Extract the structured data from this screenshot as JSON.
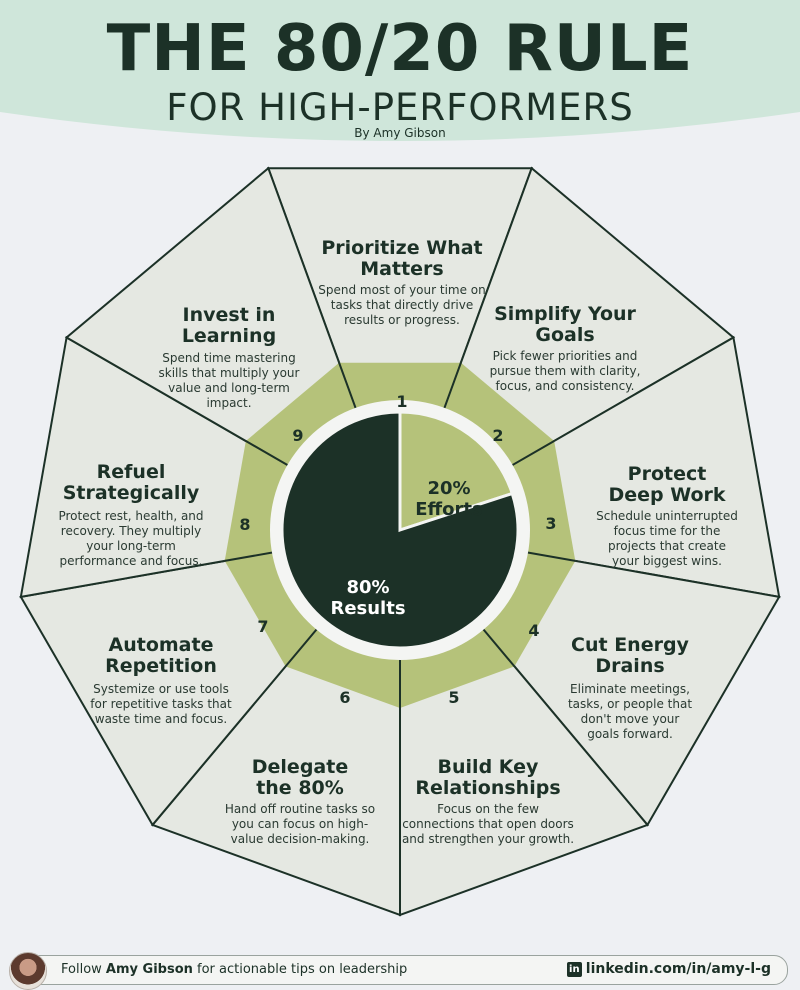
{
  "header": {
    "title": "THE 80/20 RULE",
    "subtitle": "FOR HIGH-PERFORMERS",
    "byline": "By Amy Gibson"
  },
  "colors": {
    "dark_green": "#1c3127",
    "olive": "#b5c27a",
    "segment_fill": "#e5e8e2",
    "header_band": "#cfe6da",
    "background": "#eef0f3"
  },
  "pie": {
    "efforts_label": [
      "20%",
      "Efforts"
    ],
    "results_label": [
      "80%",
      "Results"
    ],
    "efforts_fraction": 0.2,
    "results_fraction": 0.8
  },
  "segments": [
    {
      "number": "1",
      "title": [
        "Prioritize What",
        "Matters"
      ],
      "desc": [
        "Spend most of your time on",
        "tasks that directly drive",
        "results or progress."
      ]
    },
    {
      "number": "2",
      "title": [
        "Simplify Your",
        "Goals"
      ],
      "desc": [
        "Pick fewer priorities and",
        "pursue them with clarity,",
        "focus, and consistency."
      ]
    },
    {
      "number": "3",
      "title": [
        "Protect",
        "Deep Work"
      ],
      "desc": [
        "Schedule uninterrupted",
        "focus time for the",
        "projects that create",
        "your biggest wins."
      ]
    },
    {
      "number": "4",
      "title": [
        "Cut Energy",
        "Drains"
      ],
      "desc": [
        "Eliminate meetings,",
        "tasks, or people that",
        "don't move your",
        "goals forward."
      ]
    },
    {
      "number": "5",
      "title": [
        "Build Key",
        "Relationships"
      ],
      "desc": [
        "Focus on the few",
        "connections that open doors",
        "and strengthen your growth."
      ]
    },
    {
      "number": "6",
      "title": [
        "Delegate",
        "the 80%"
      ],
      "desc": [
        "Hand off routine tasks so",
        "you can focus on high-",
        "value decision-making."
      ]
    },
    {
      "number": "7",
      "title": [
        "Automate",
        "Repetition"
      ],
      "desc": [
        "Systemize or use tools",
        "for repetitive tasks that",
        "waste time and focus."
      ]
    },
    {
      "number": "8",
      "title": [
        "Refuel",
        "Strategically"
      ],
      "desc": [
        "Protect rest, health, and",
        "recovery. They multiply",
        "your long-term",
        "performance and focus."
      ]
    },
    {
      "number": "9",
      "title": [
        "Invest in",
        "Learning"
      ],
      "desc": [
        "Spend time mastering",
        "skills that multiply your",
        "value and long-term",
        "impact."
      ]
    }
  ],
  "footer": {
    "prefix": "Follow ",
    "name": "Amy Gibson",
    "suffix": " for actionable tips on leadership",
    "link": "linkedin.com/in/amy-l-g",
    "link_icon": "linkedin-icon",
    "avatar_icon": "author-avatar"
  }
}
